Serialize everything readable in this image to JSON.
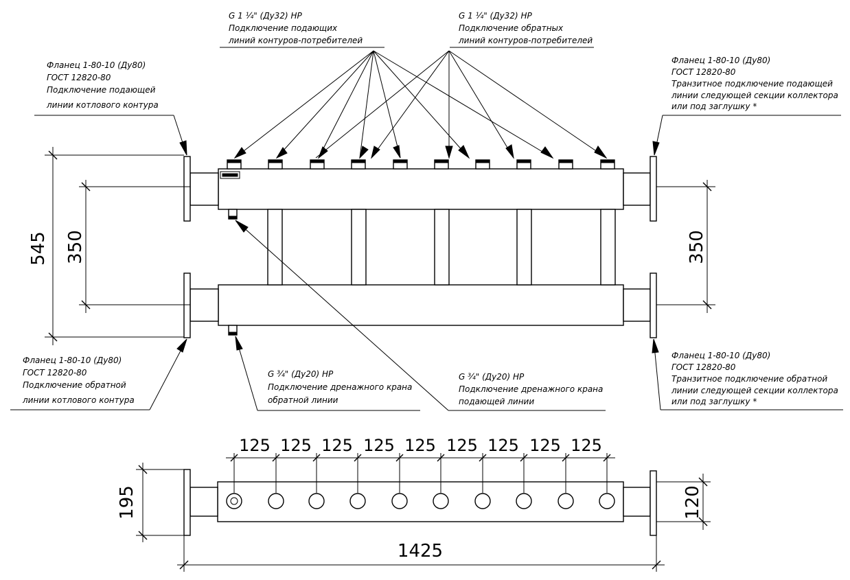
{
  "labels": {
    "supply_outlets": [
      "G 1 ¼\" (Ду32) НР",
      "Подключение подающих",
      "линий контуров-потребителей"
    ],
    "return_outlets": [
      "G 1 ¼\" (Ду32) НР",
      "Подключение обратных",
      "линий контуров-потребителей"
    ],
    "flange_supply_left": [
      "Фланец 1-80-10 (Ду80)",
      "ГОСТ 12820-80",
      "Подключение подающей",
      "линии котлового контура"
    ],
    "flange_transit_supply": [
      "Фланец 1-80-10 (Ду80)",
      "ГОСТ 12820-80",
      "Транзитное подключение подающей",
      "линии следующей секции коллектора",
      "или под заглушку *"
    ],
    "flange_return_left": [
      "Фланец 1-80-10 (Ду80)",
      "ГОСТ 12820-80",
      "Подключение обратной",
      "линии котлового контура"
    ],
    "flange_transit_return": [
      "Фланец 1-80-10 (Ду80)",
      "ГОСТ 12820-80",
      "Транзитное подключение обратной",
      "линии следующей секции коллектора",
      "или под заглушку *"
    ],
    "drain_return": [
      "G ¾\" (Ду20) НР",
      "Подключение дренажного крана",
      "обратной линии"
    ],
    "drain_supply": [
      "G ¾\" (Ду20) НР",
      "Подключение дренажного крана",
      "подающей линии"
    ]
  },
  "dimensions": {
    "total_height": "545",
    "axis_distance_left": "350",
    "axis_distance_right": "350",
    "spacings": [
      "125",
      "125",
      "125",
      "125",
      "125",
      "125",
      "125",
      "125",
      "125"
    ],
    "plan_flange": "195",
    "plan_body": "120",
    "total_length": "1425"
  }
}
